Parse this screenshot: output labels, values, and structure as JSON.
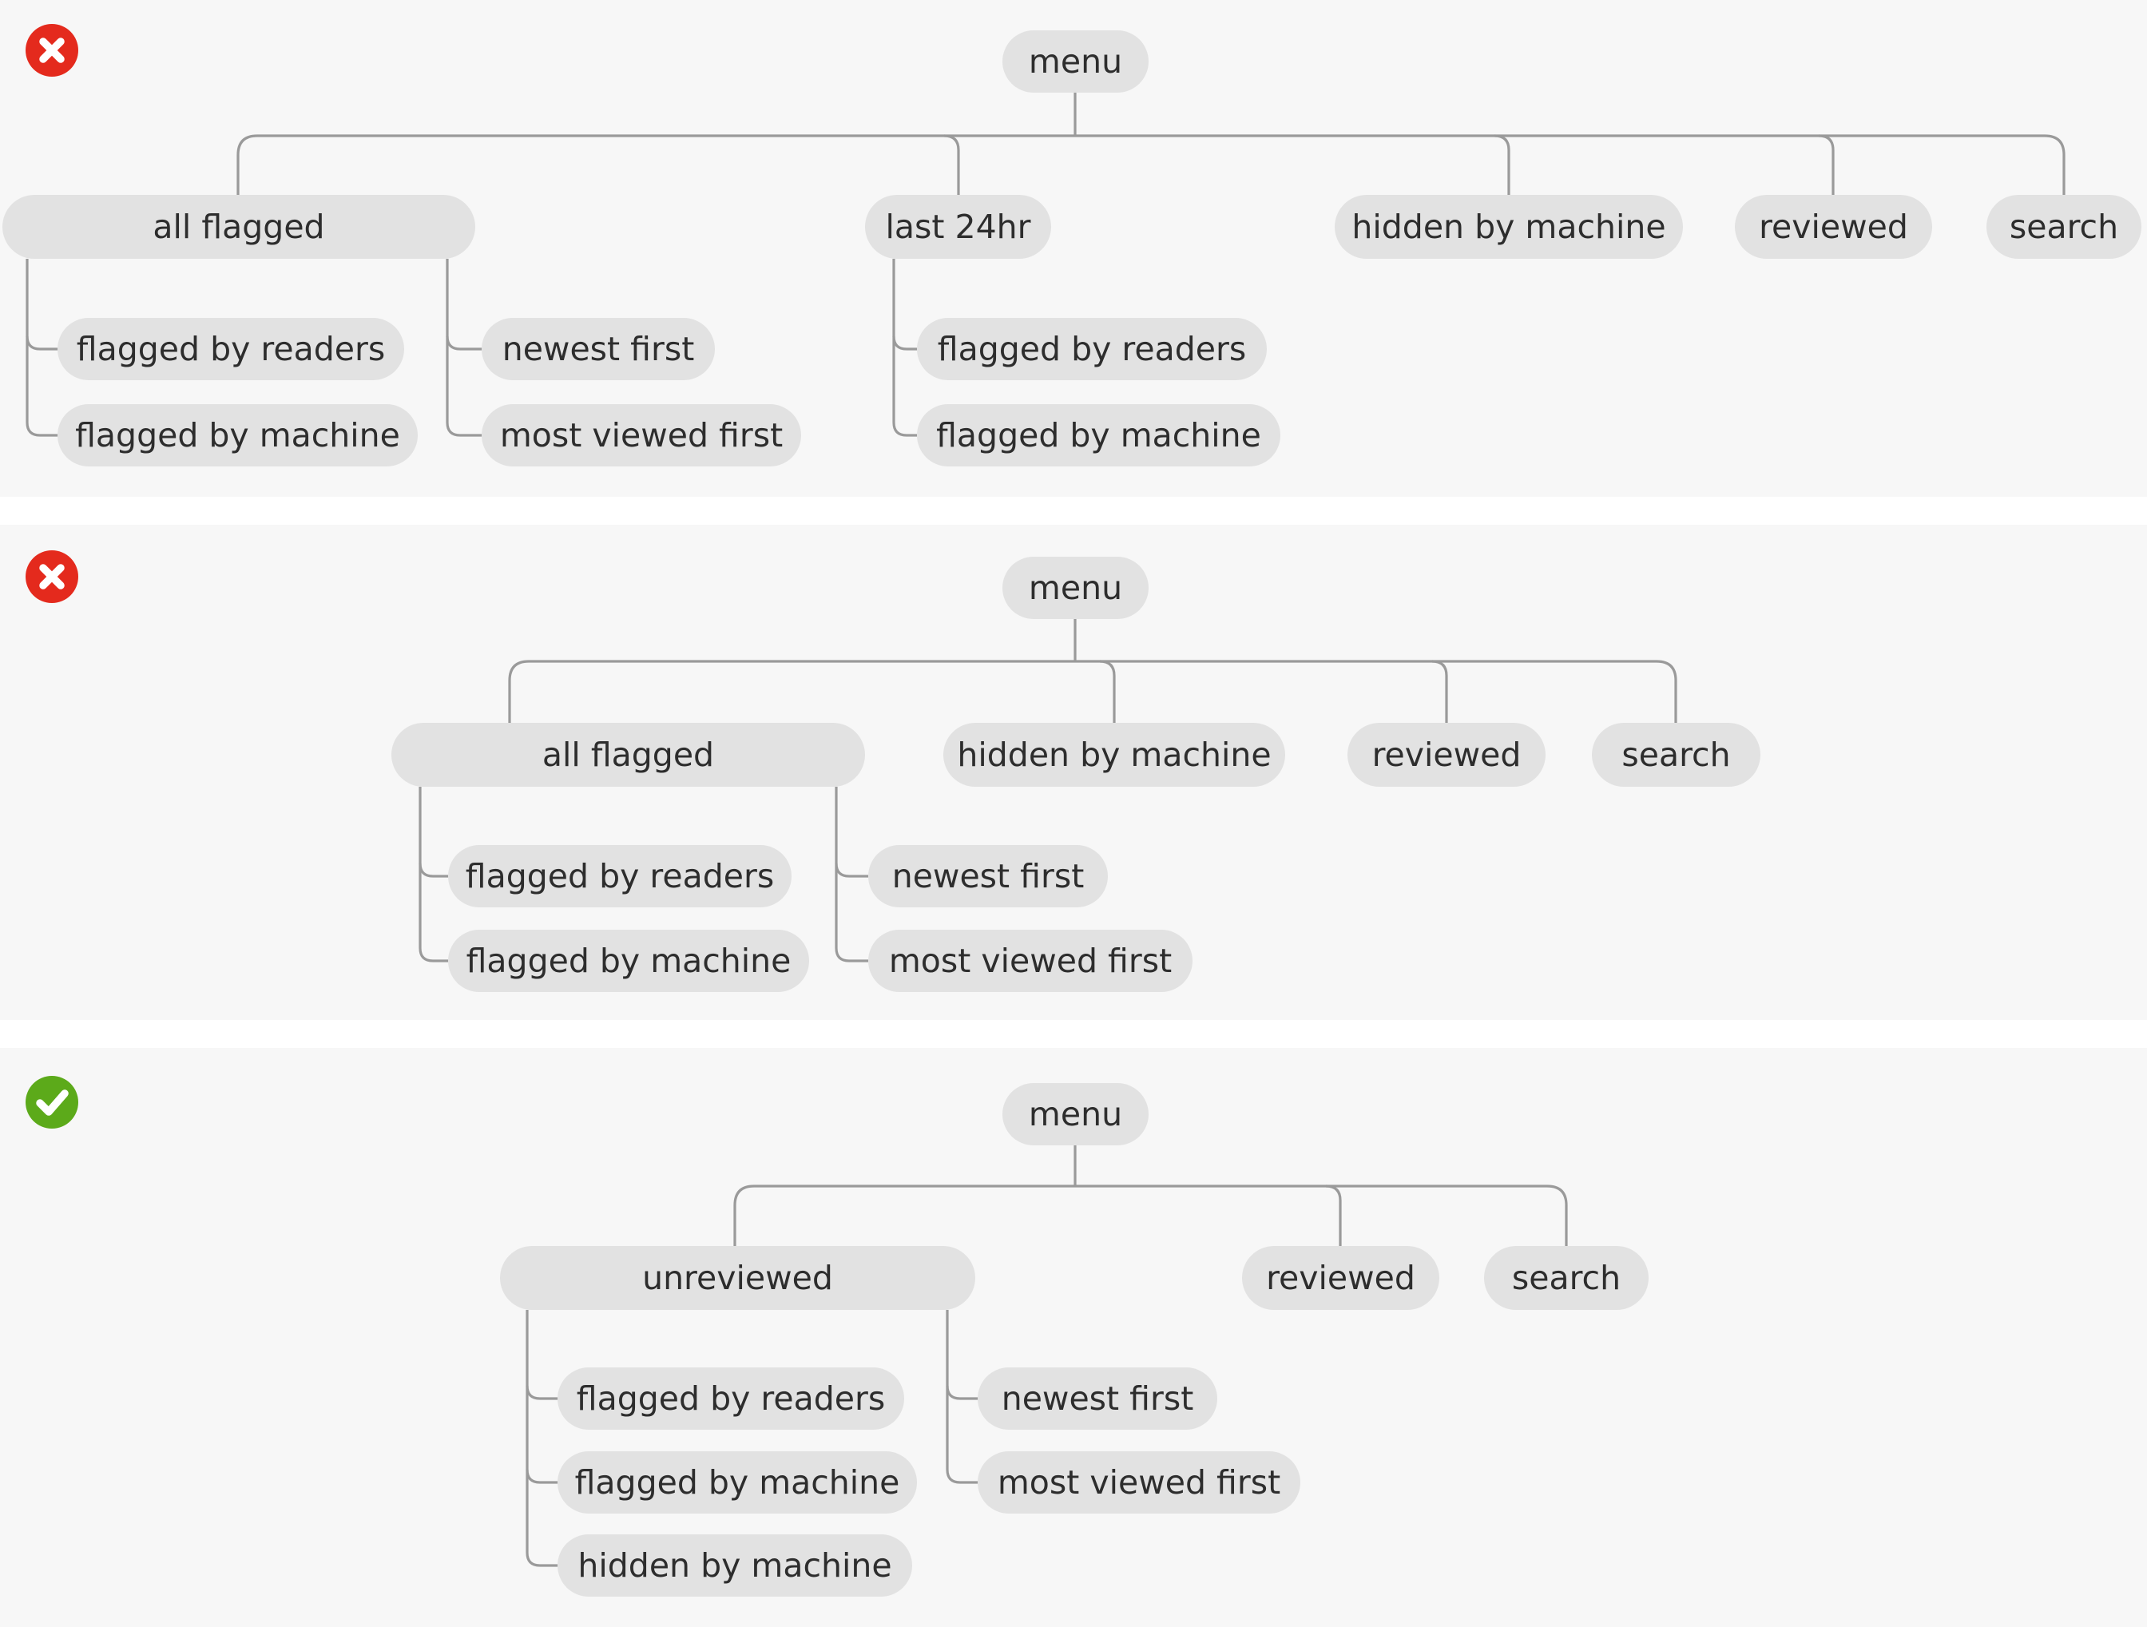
{
  "colors": {
    "section_bg": "#f7f7f7",
    "separator": "#ffffff",
    "pill_bg": "#e2e2e2",
    "pill_text": "#2d2d2d",
    "line": "#9a9a9a",
    "error_red": "#e42a1d",
    "success_green": "#5caa1a"
  },
  "diagrams": [
    {
      "status": "rejected",
      "status_icon": "x-circle-icon",
      "nodes": [
        {
          "id": "menu",
          "label": "menu",
          "parent": null
        },
        {
          "id": "all-flagged",
          "label": "all flagged",
          "parent": "menu"
        },
        {
          "id": "last-24hr",
          "label": "last 24hr",
          "parent": "menu"
        },
        {
          "id": "hidden-by-machine",
          "label": "hidden by machine",
          "parent": "menu"
        },
        {
          "id": "reviewed",
          "label": "reviewed",
          "parent": "menu"
        },
        {
          "id": "search",
          "label": "search",
          "parent": "menu"
        },
        {
          "id": "af-flagged-by-readers",
          "label": "flagged by readers",
          "parent": "all-flagged"
        },
        {
          "id": "af-flagged-by-machine",
          "label": "flagged by machine",
          "parent": "all-flagged"
        },
        {
          "id": "af-newest-first",
          "label": "newest first",
          "parent": "all-flagged"
        },
        {
          "id": "af-most-viewed-first",
          "label": "most viewed first",
          "parent": "all-flagged"
        },
        {
          "id": "l24-flagged-by-readers",
          "label": "flagged by readers",
          "parent": "last-24hr"
        },
        {
          "id": "l24-flagged-by-machine",
          "label": "flagged by machine",
          "parent": "last-24hr"
        }
      ]
    },
    {
      "status": "rejected",
      "status_icon": "x-circle-icon",
      "nodes": [
        {
          "id": "menu",
          "label": "menu",
          "parent": null
        },
        {
          "id": "all-flagged",
          "label": "all flagged",
          "parent": "menu"
        },
        {
          "id": "hidden-by-machine",
          "label": "hidden by machine",
          "parent": "menu"
        },
        {
          "id": "reviewed",
          "label": "reviewed",
          "parent": "menu"
        },
        {
          "id": "search",
          "label": "search",
          "parent": "menu"
        },
        {
          "id": "flagged-by-readers",
          "label": "flagged by readers",
          "parent": "all-flagged"
        },
        {
          "id": "flagged-by-machine",
          "label": "flagged by machine",
          "parent": "all-flagged"
        },
        {
          "id": "newest-first",
          "label": "newest first",
          "parent": "all-flagged"
        },
        {
          "id": "most-viewed-first",
          "label": "most viewed first",
          "parent": "all-flagged"
        }
      ]
    },
    {
      "status": "approved",
      "status_icon": "check-circle-icon",
      "nodes": [
        {
          "id": "menu",
          "label": "menu",
          "parent": null
        },
        {
          "id": "unreviewed",
          "label": "unreviewed",
          "parent": "menu"
        },
        {
          "id": "reviewed",
          "label": "reviewed",
          "parent": "menu"
        },
        {
          "id": "search",
          "label": "search",
          "parent": "menu"
        },
        {
          "id": "flagged-by-readers",
          "label": "flagged by readers",
          "parent": "unreviewed"
        },
        {
          "id": "flagged-by-machine",
          "label": "flagged by machine",
          "parent": "unreviewed"
        },
        {
          "id": "hidden-by-machine",
          "label": "hidden by machine",
          "parent": "unreviewed"
        },
        {
          "id": "newest-first",
          "label": "newest first",
          "parent": "unreviewed"
        },
        {
          "id": "most-viewed-first",
          "label": "most viewed first",
          "parent": "unreviewed"
        }
      ]
    }
  ]
}
